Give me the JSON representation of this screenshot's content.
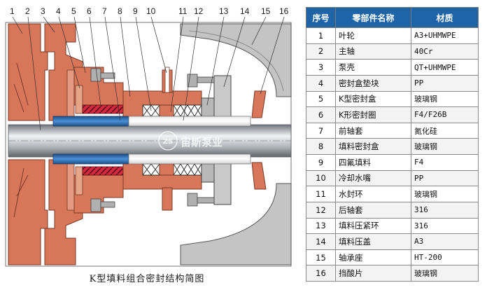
{
  "callout_numbers": [
    "1",
    "2",
    "3",
    "4",
    "5",
    "6",
    "7",
    "8",
    "9",
    "10",
    "11",
    "12",
    "13",
    "14",
    "15",
    "16"
  ],
  "watermark": {
    "logo_text": "ZS",
    "text": "宙斯泵业"
  },
  "caption": "K型填料组合密封结构简图",
  "table": {
    "headers": {
      "no": "序号",
      "name": "零部件名称",
      "material": "材质"
    },
    "rows": [
      {
        "no": "1",
        "name": "叶轮",
        "material": "A3+UHMWPE"
      },
      {
        "no": "2",
        "name": "主轴",
        "material": "40Cr"
      },
      {
        "no": "3",
        "name": "泵壳",
        "material": "QT+UHMWPE"
      },
      {
        "no": "4",
        "name": "密封盒垫块",
        "material": "PP"
      },
      {
        "no": "5",
        "name": "K型密封盒",
        "material": "玻璃钢"
      },
      {
        "no": "6",
        "name": "K形密封圈",
        "material": "F4/F26B"
      },
      {
        "no": "7",
        "name": "前轴套",
        "material": "氮化硅"
      },
      {
        "no": "8",
        "name": "填料密封盒",
        "material": "玻璃钢"
      },
      {
        "no": "9",
        "name": "四氟填料",
        "material": "F4"
      },
      {
        "no": "10",
        "name": "冷却水嘴",
        "material": "PP"
      },
      {
        "no": "11",
        "name": "水封环",
        "material": "玻璃钢"
      },
      {
        "no": "12",
        "name": "后轴套",
        "material": "316"
      },
      {
        "no": "13",
        "name": "填料压紧环",
        "material": "316"
      },
      {
        "no": "14",
        "name": "填料压盖",
        "material": "A3"
      },
      {
        "no": "15",
        "name": "轴承座",
        "material": "HT-200"
      },
      {
        "no": "16",
        "name": "挡酸片",
        "material": "玻璃钢"
      }
    ]
  },
  "colors": {
    "casing": "#d8765a",
    "casing_dark": "#b35a3f",
    "gray_part": "#a6a6a6",
    "shaft": "#9ea3aa",
    "front_sleeve": "#2f6fb0",
    "header_blue": "#1f64a6",
    "k_seal": "#c8243b",
    "bearing_housing": "#bfbfbf"
  }
}
